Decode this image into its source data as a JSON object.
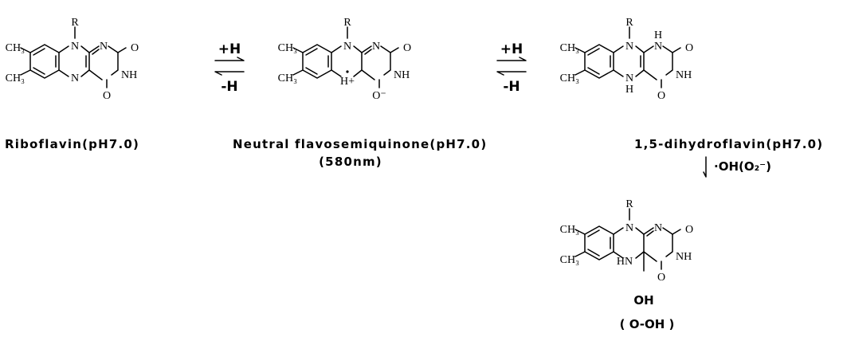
{
  "atoms": {
    "R": "R",
    "N": "N",
    "NH": "NH",
    "H": "H",
    "O": "O",
    "CH3": "CH₃",
    "O_minus": "O⁻",
    "H_plus": "H+"
  },
  "arrows": {
    "forward": "+H",
    "reverse": "-H"
  },
  "labels": {
    "riboflavin": "Riboflavin(pH7.0)",
    "semiquinone": "Neutral flavosemiquinone(pH7.0)",
    "semiquinone_wavelength": "(580nm)",
    "dihydroflavin": "1,5-dihydroflavin(pH7.0)",
    "radical_reagent": "·OH(O₂⁻)",
    "product_substituent": "OH",
    "product_alt": "( O-OH )"
  }
}
